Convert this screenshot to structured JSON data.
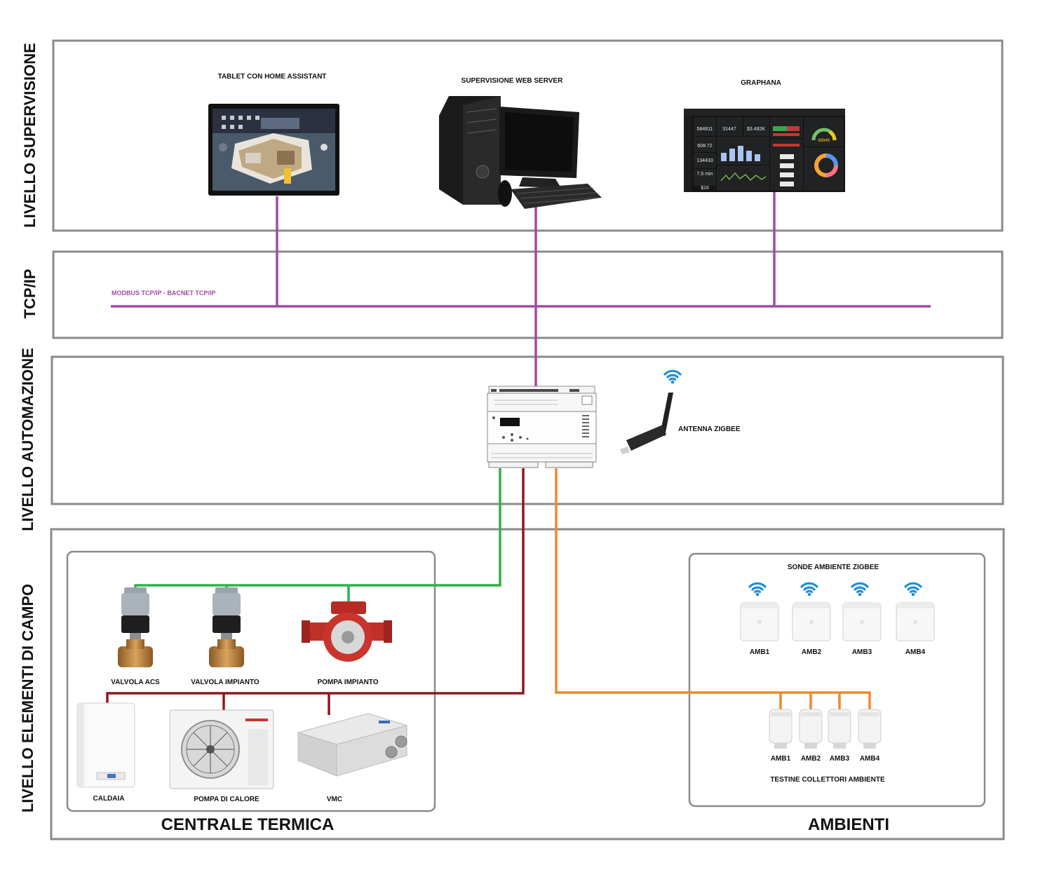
{
  "levels": {
    "supervisione": "LIVELLO SUPERVISIONE",
    "tcpip": "TCP/IP",
    "automazione": "LIVELLO AUTOMAZIONE",
    "campo": "LIVELLO ELEMENTI DI CAMPO"
  },
  "supervision": {
    "tablet": "TABLET CON HOME ASSISTANT",
    "webserver": "SUPERVISIONE WEB SERVER",
    "grafana": "GRAPHANA"
  },
  "grafana_panel": {
    "stats": [
      "584811",
      "31447",
      "$3.492K",
      "608.72",
      "134433",
      "7.5 min",
      "$16"
    ],
    "gauge": "6894K"
  },
  "network": {
    "bus_label": "MODBUS TCP/IP - BACNET TCP/IP"
  },
  "automation": {
    "antenna": "ANTENNA ZIGBEE"
  },
  "centrale": {
    "title": "CENTRALE TERMICA",
    "valvola_acs": "VALVOLA ACS",
    "valvola_impianto": "VALVOLA IMPIANTO",
    "pompa_impianto": "POMPA IMPIANTO",
    "caldaia": "CALDAIA",
    "pompa_calore": "POMPA DI CALORE",
    "vmc": "VMC"
  },
  "ambienti": {
    "title": "AMBIENTI",
    "sonde_title": "SONDE AMBIENTE ZIGBEE",
    "sonde": [
      "AMB1",
      "AMB2",
      "AMB3",
      "AMB4"
    ],
    "testine": [
      "AMB1",
      "AMB2",
      "AMB3",
      "AMB4"
    ],
    "testine_title": "TESTINE COLLETTORI AMBIENTE"
  },
  "colors": {
    "frame": "#8a8a8a",
    "tcp_line": "#a24aa8",
    "green_line": "#2eb24a",
    "red_line": "#8b1a1f",
    "orange_line": "#f0892c",
    "wifi": "#1e8fd6"
  }
}
